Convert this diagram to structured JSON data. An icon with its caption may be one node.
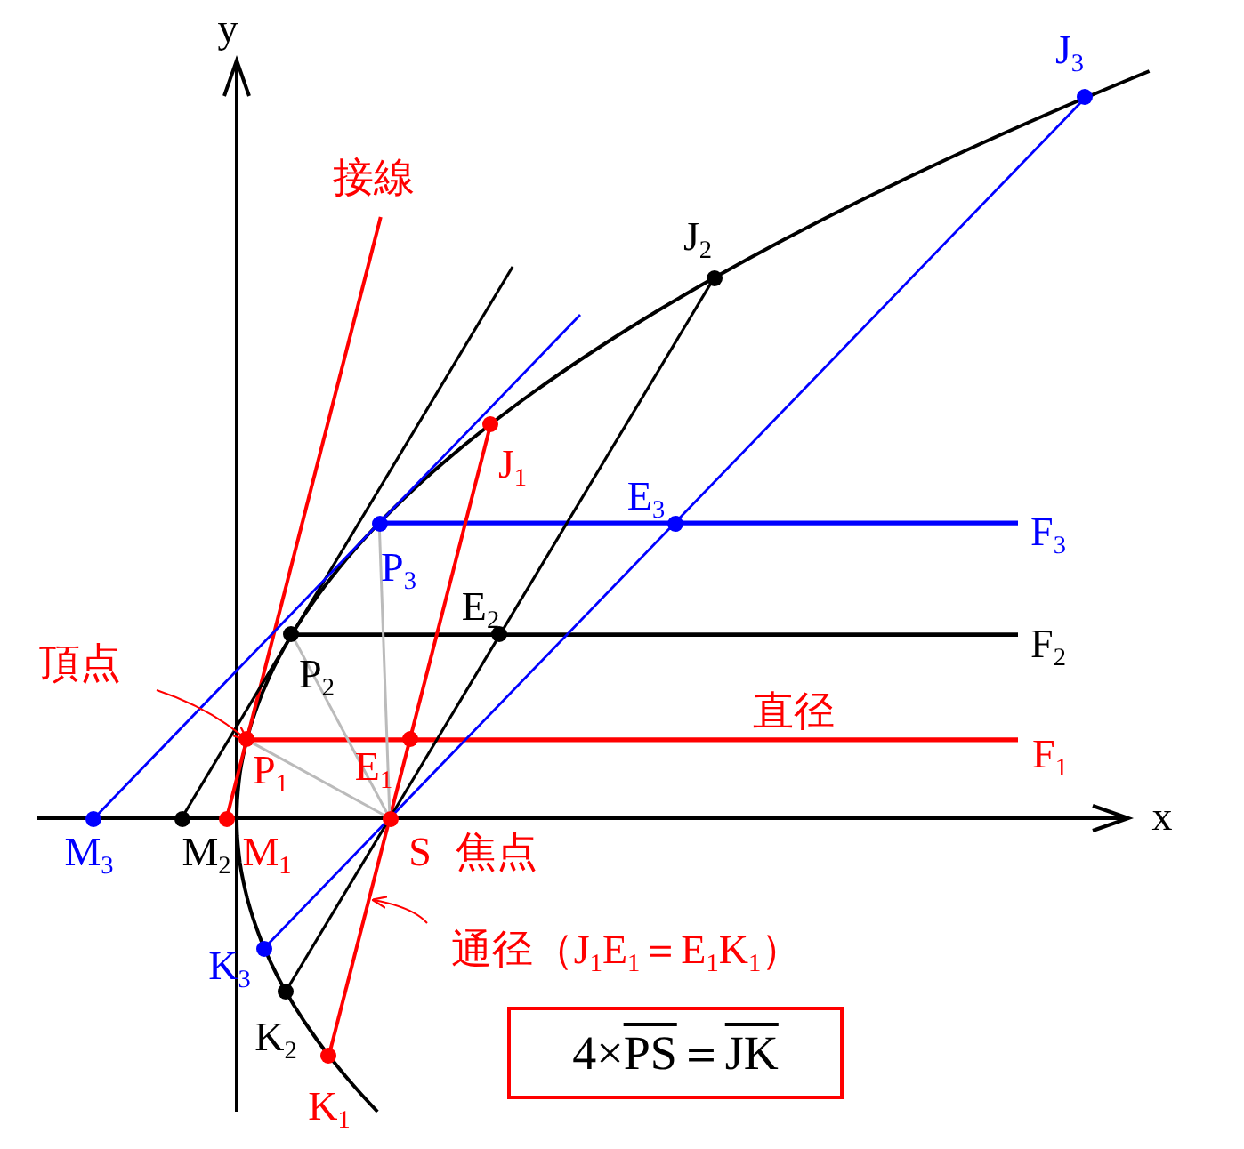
{
  "diagram": {
    "nodes": [
      {
        "text": [
          "J$_{3}$"
        ]
      },
      {
        "text": [
          "J$_{2}$"
        ]
      },
      {
        "text": [
          "J$_{1}$"
        ]
      },
      {
        "text": [
          "P$_{3}$"
        ]
      },
      {
        "text": [
          "E$_{3}$"
        ]
      },
      {
        "text": [
          "F$_{3}$"
        ]
      },
      {
        "text": [
          "E$_{2}$"
        ]
      },
      {
        "text": [
          "P$_{2}$"
        ]
      },
      {
        "text": [
          "F$_{2}$"
        ]
      },
      {
        "text": [
          "頂点"
        ]
      },
      {
        "text": [
          "P$_{1}$"
        ]
      },
      {
        "text": [
          "E$_{1}$"
        ]
      },
      {
        "text": [
          "F$_{1}$"
        ]
      },
      {
        "text": [
          "M$_{3}$"
        ]
      },
      {
        "text": [
          "M$_{2}$"
        ]
      },
      {
        "text": [
          "M$_{1}$"
        ]
      },
      {
        "text": [
          "S"
        ],
        "beside": [
          "焦点"
        ]
      },
      {
        "text": [
          "K$_{3}$"
        ]
      },
      {
        "text": [
          "通径（J$_{1}$E$_{1}$＝E$_{1}$K$_{1}$）"
        ]
      },
      {
        "text": [
          "K$_{2}$"
        ]
      },
      {
        "text": [
          "K$_{1}$"
        ]
      },
      {
        "text": [
          "4×",
          "PS",
          "＝",
          "JK"
        ]
      }
    ],
    "edges": [
      {
        "from": 15,
        "to": null,
        "arrow": "none",
        "label": "接線"
      },
      {
        "from": 14,
        "to": null,
        "arrow": "none",
        "color": "#000000"
      },
      {
        "from": 13,
        "to": null,
        "arrow": "none",
        "color": "#0000ff"
      },
      {
        "from": 10,
        "to": 12,
        "arrow": "none",
        "label": "直径"
      },
      {
        "from": 7,
        "to": 8,
        "arrow": "none",
        "color": "#000000"
      },
      {
        "from": 3,
        "to": 5,
        "arrow": "none",
        "color": "#0000ff"
      },
      {
        "from": 2,
        "to": 20,
        "arrow": "none"
      },
      {
        "from": 1,
        "to": 19,
        "arrow": "none",
        "color": "#000000"
      },
      {
        "from": 0,
        "to": 17,
        "arrow": "none",
        "color": "#0000ff"
      },
      {
        "from": 10,
        "to": 16,
        "arrow": "none",
        "color": "#bbbbbb"
      },
      {
        "from": 7,
        "to": 16,
        "arrow": "none",
        "color": "#bbbbbb"
      },
      {
        "from": 3,
        "to": 16,
        "arrow": "none",
        "color": "#bbbbbb"
      },
      {
        "from": 9,
        "to": 10,
        "arrow": "to"
      },
      {
        "from": 18,
        "to": null,
        "arrow": "to"
      }
    ],
    "labels": [
      "y",
      "x"
    ]
  }
}
